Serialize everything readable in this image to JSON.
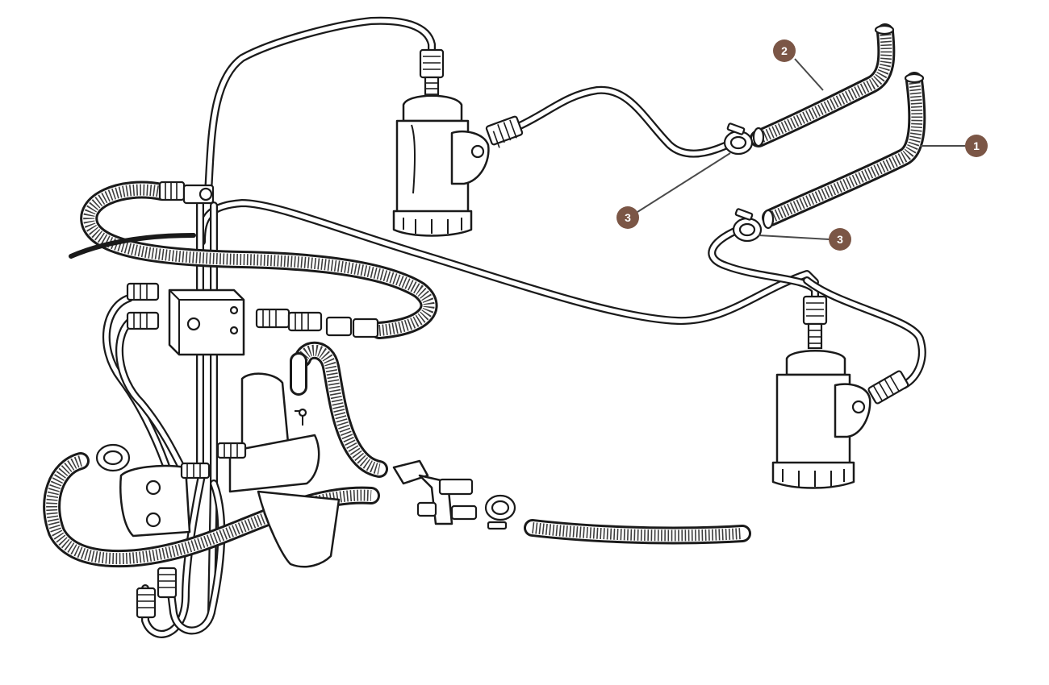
{
  "callouts": [
    {
      "id": "callout-1",
      "label": "1"
    },
    {
      "id": "callout-2",
      "label": "2"
    },
    {
      "id": "callout-3a",
      "label": "3"
    },
    {
      "id": "callout-3b",
      "label": "3"
    }
  ],
  "colors": {
    "callout_fill": "#7b5646",
    "callout_text": "#ffffff",
    "line_art": "#1a1a1a",
    "background": "#ffffff"
  }
}
